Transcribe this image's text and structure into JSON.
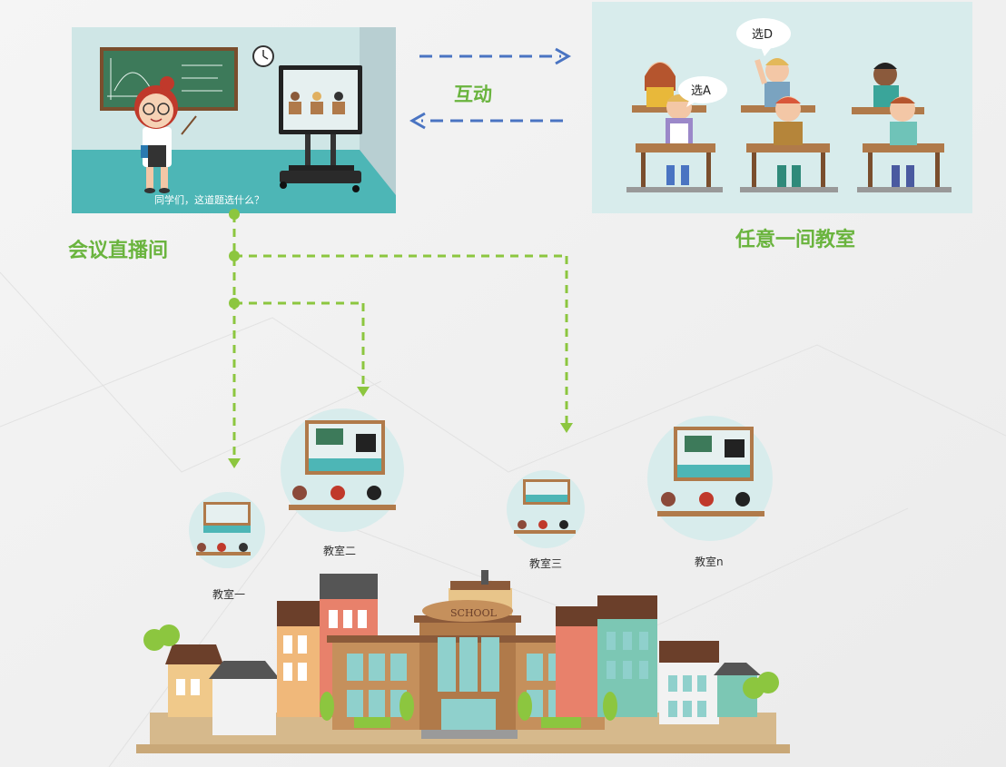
{
  "live_room": {
    "label": "会议直播间",
    "caption": "同学们，这道题选什么？"
  },
  "any_classroom": {
    "label": "任意一间教室",
    "bubbles": [
      "选D",
      "选A"
    ]
  },
  "interaction": {
    "label": "互动"
  },
  "classrooms": [
    {
      "label": "教室一"
    },
    {
      "label": "教室二"
    },
    {
      "label": "教室三"
    },
    {
      "label": "教室n"
    }
  ],
  "school": {
    "sign": "SCHOOL"
  },
  "colors": {
    "green": "#6ab43e",
    "dash_green": "#8cc63f",
    "blue_arrow": "#4a74c2",
    "teal_floor": "#4db6b6",
    "panel_bg": "#d8ecec"
  }
}
